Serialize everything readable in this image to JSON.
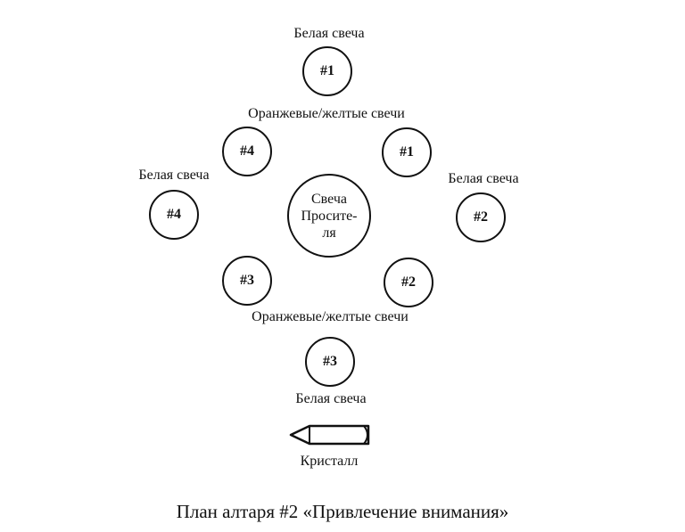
{
  "labels": {
    "white_top": "Белая свеча",
    "orange_top": "Оранжевые/желтые свечи",
    "white_left": "Белая свеча",
    "white_right": "Белая свеча",
    "orange_bottom": "Оранжевые/желтые свечи",
    "white_bottom": "Белая свеча",
    "crystal": "Кристалл"
  },
  "candles": {
    "white_1": "#1",
    "white_2": "#2",
    "white_3": "#3",
    "white_4": "#4",
    "orange_1": "#1",
    "orange_2": "#2",
    "orange_3": "#3",
    "orange_4": "#4"
  },
  "center_candle": {
    "line1": "Свеча",
    "line2": "Просите-",
    "line3": "ля"
  },
  "caption": "План алтаря #2 «Привлечение внимания»"
}
